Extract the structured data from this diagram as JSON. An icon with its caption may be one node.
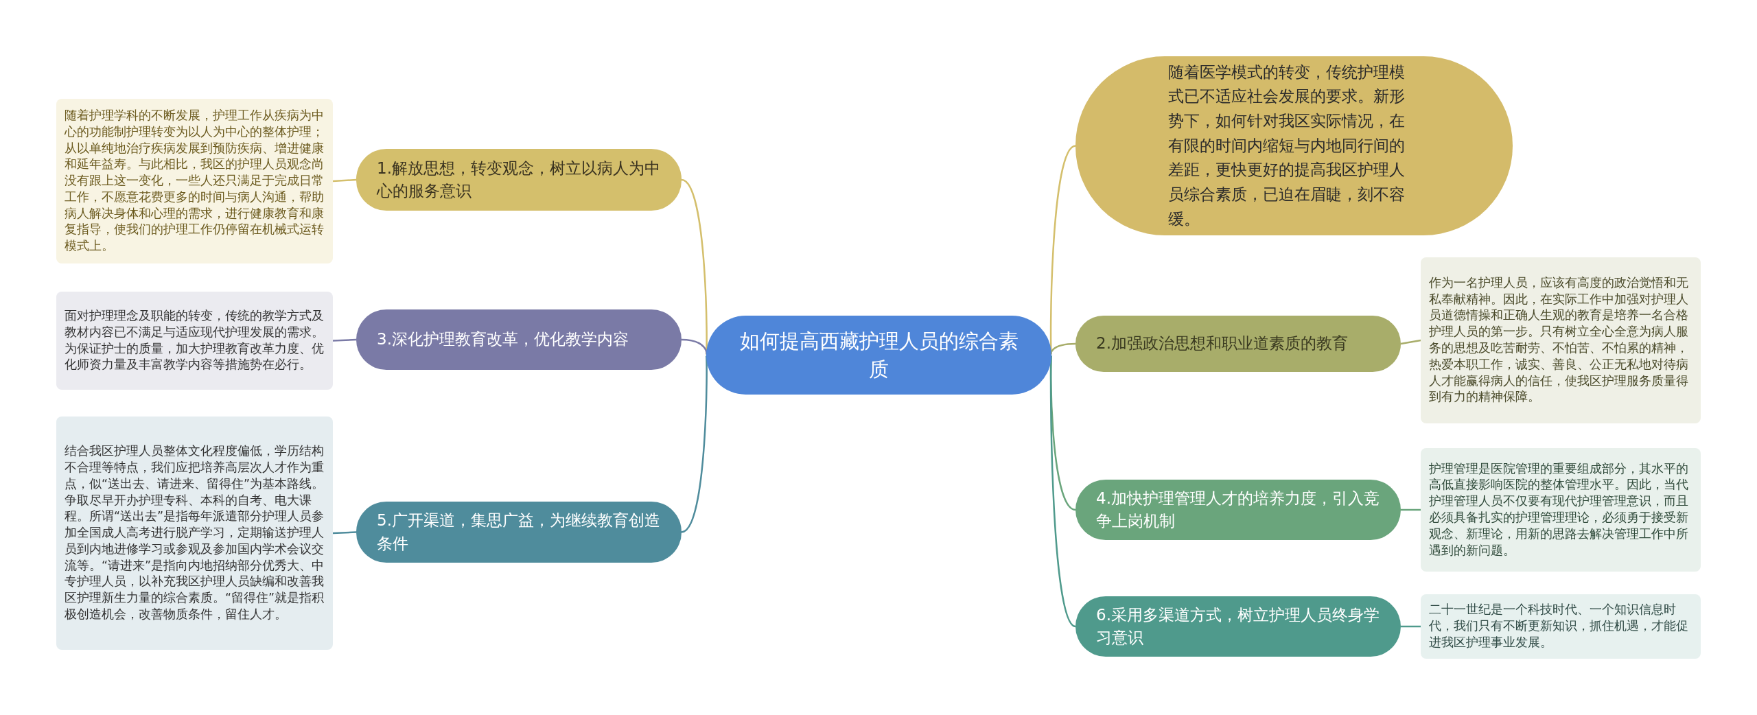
{
  "diagram": {
    "nodes": [
      {
        "text": [
          "如何提高西藏护理人员的综合素质"
        ]
      },
      {
        "text": [
          "1.解放思想，转变观念，树立以病人为中心的服务意识"
        ]
      },
      {
        "text": [
          "随着护理学科的不断发展，护理工作从疾病为中心的功能制护理转变为以人为中心的整体护理；从以单纯地治疗疾病发展到预防疾病、增进健康和延年益寿。与此相比，我区的护理人员观念尚没有跟上这一变化，一些人还只满足于完成日常工作，不愿意花费更多的时间与病人沟通，帮助病人解决身体和心理的需求，进行健康教育和康复指导，使我们的护理工作仍停留在机械式运转模式上。"
        ]
      },
      {
        "text": [
          "3.深化护理教育改革，优化教学内容"
        ]
      },
      {
        "text": [
          "面对护理理念及职能的转变，传统的教学方式及教材内容已不满足与适应现代护理发展的需求。为保证护士的质量，加大护理教育改革力度、优化师资力量及丰富教学内容等措施势在必行。"
        ]
      },
      {
        "text": [
          "5.广开渠道，集思广益，为继续教育创造条件"
        ]
      },
      {
        "text": [
          "结合我区护理人员整体文化程度偏低，学历结构不合理等特点，我们应把培养高层次人才作为重点，似“送出去、请进来、留得住”为基本路线。争取尽早开办护理专科、本科的自考、电大课程。所谓“送出去”是指每年派遣部分护理人员参加全国成人高考进行脱产学习，定期输送护理人员到内地进修学习或参观及参加国内学术会议交流等。“请进来”是指向内地招纳部分优秀大、中专护理人员，以补充我区护理人员缺编和改善我区护理新生力量的综合素质。“留得住”就是指积极创造机会，改善物质条件，留住人才。"
        ]
      },
      {
        "text": [
          "随着医学模式的转变，传统护理模式已不适应社会发展的要求。新形势下，如何针对我区实际情况，在有限的时间内缩短与内地同行间的差距，更快更好的提高我区护理人员综合素质，已迫在眉睫，刻不容缓。"
        ]
      },
      {
        "text": [
          "2.加强政治思想和职业道素质的教育"
        ]
      },
      {
        "text": [
          "作为一名护理人员，应该有高度的政治觉悟和无私奉献精神。因此，在实际工作中加强对护理人员道德情操和正确人生观的教育是培养一名合格护理人员的第一步。只有树立全心全意为病人服务的思想及吃苦耐劳、不怕苦、不怕累的精神，热爱本职工作，诚实、善良、公正无私地对待病人才能赢得病人的信任，使我区护理服务质量得到有力的精神保障。"
        ]
      },
      {
        "text": [
          "4.加快护理管理人才的培养力度，引入竞争上岗机制"
        ]
      },
      {
        "text": [
          "护理管理是医院管理的重要组成部分，其水平的高低直接影响医院的整体管理水平。因此，当代护理管理人员不仅要有现代护理管理意识，而且必须具备扎实的护理管理理论，必须勇于接受新观念、新理论，用新的思路去解决管理工作中所遇到的新问题。"
        ]
      },
      {
        "text": [
          "6.采用多渠道方式，树立护理人员终身学习意识"
        ]
      },
      {
        "text": [
          "二十一世纪是一个科技时代、一个知识信息时代，我们只有不断更新知识，抓住机遇，才能促进我区护理事业发展。"
        ]
      }
    ],
    "edges": [
      {
        "from": 0,
        "to": 1,
        "arrow": "none",
        "color": "#d4bf6c"
      },
      {
        "from": 1,
        "to": 2,
        "arrow": "none",
        "color": "#d4bf6c"
      },
      {
        "from": 0,
        "to": 3,
        "arrow": "none",
        "color": "#7a7aa6"
      },
      {
        "from": 3,
        "to": 4,
        "arrow": "none",
        "color": "#7a7aa6"
      },
      {
        "from": 0,
        "to": 5,
        "arrow": "none",
        "color": "#4f8c9c"
      },
      {
        "from": 5,
        "to": 6,
        "arrow": "none",
        "color": "#4f8c9c"
      },
      {
        "from": 0,
        "to": 7,
        "arrow": "none",
        "color": "#d4bf6c"
      },
      {
        "from": 0,
        "to": 8,
        "arrow": "none",
        "color": "#a8ad6a"
      },
      {
        "from": 8,
        "to": 9,
        "arrow": "none",
        "color": "#a8ad6a"
      },
      {
        "from": 0,
        "to": 10,
        "arrow": "none",
        "color": "#6aa57c"
      },
      {
        "from": 10,
        "to": 11,
        "arrow": "none",
        "color": "#6aa57c"
      },
      {
        "from": 0,
        "to": 12,
        "arrow": "none",
        "color": "#4f9a8c"
      },
      {
        "from": 12,
        "to": 13,
        "arrow": "none",
        "color": "#4f9a8c"
      }
    ]
  }
}
